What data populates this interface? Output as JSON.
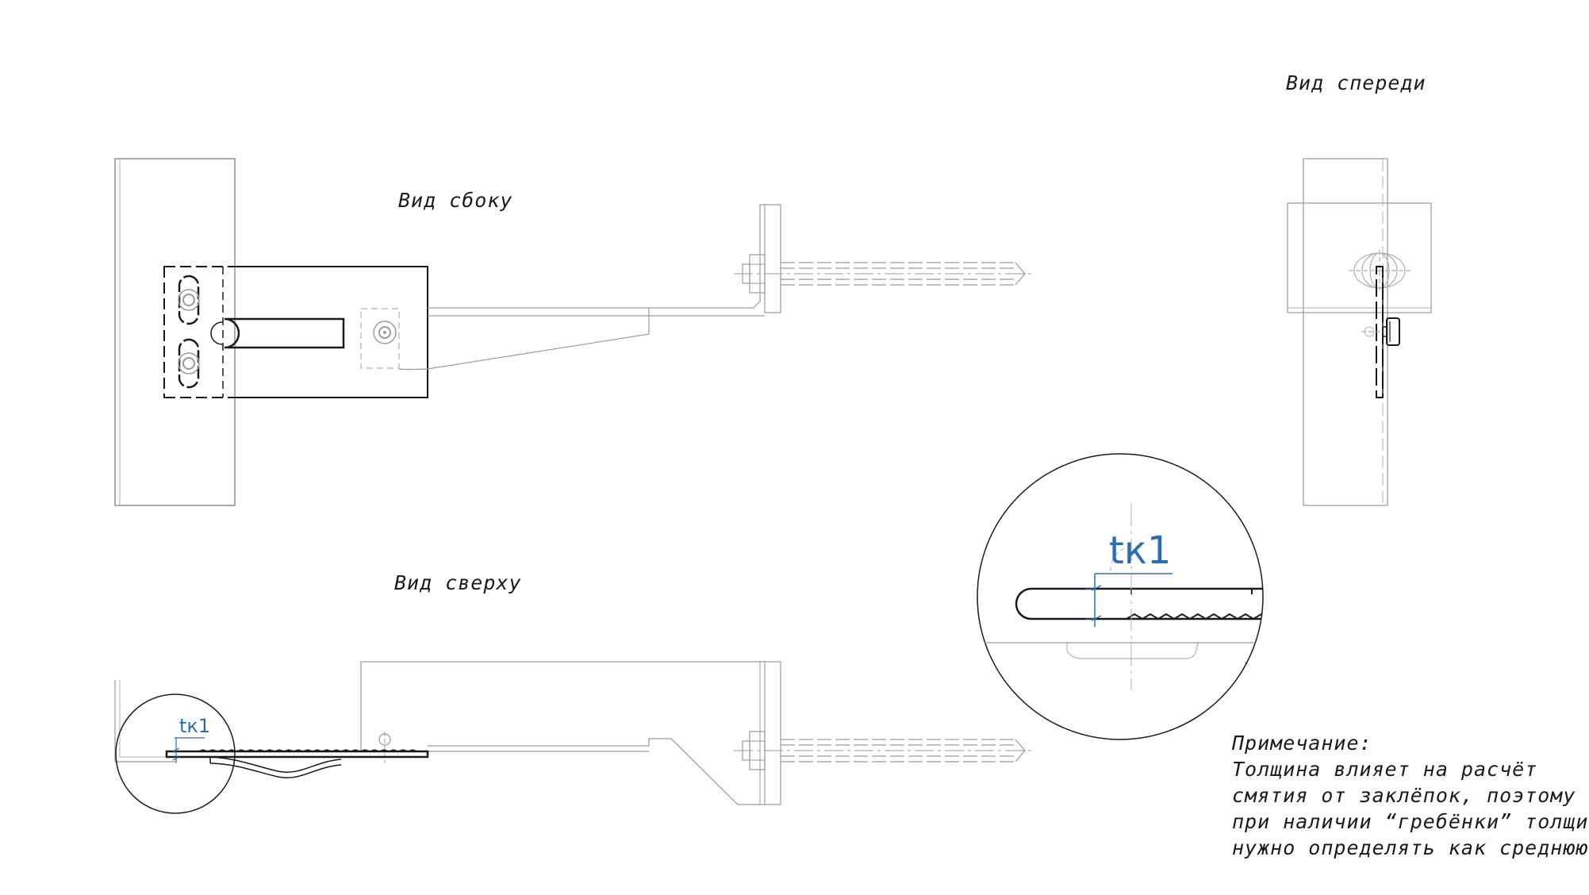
{
  "views": {
    "side": "Вид сбоку",
    "top": "Вид сверху",
    "front": "Вид спереди"
  },
  "dimension": {
    "label": "tк1"
  },
  "note": {
    "title": "Примечание:",
    "lines": [
      "Толщина влияет на расчёт",
      "смятия от заклёпок, поэтому",
      "при наличии “гребёнки” толщину",
      "нужно определять как среднюю"
    ]
  },
  "colors": {
    "line": "#1a1a1a",
    "thin": "#9a9a9a",
    "dimension": "#2a6db5"
  }
}
